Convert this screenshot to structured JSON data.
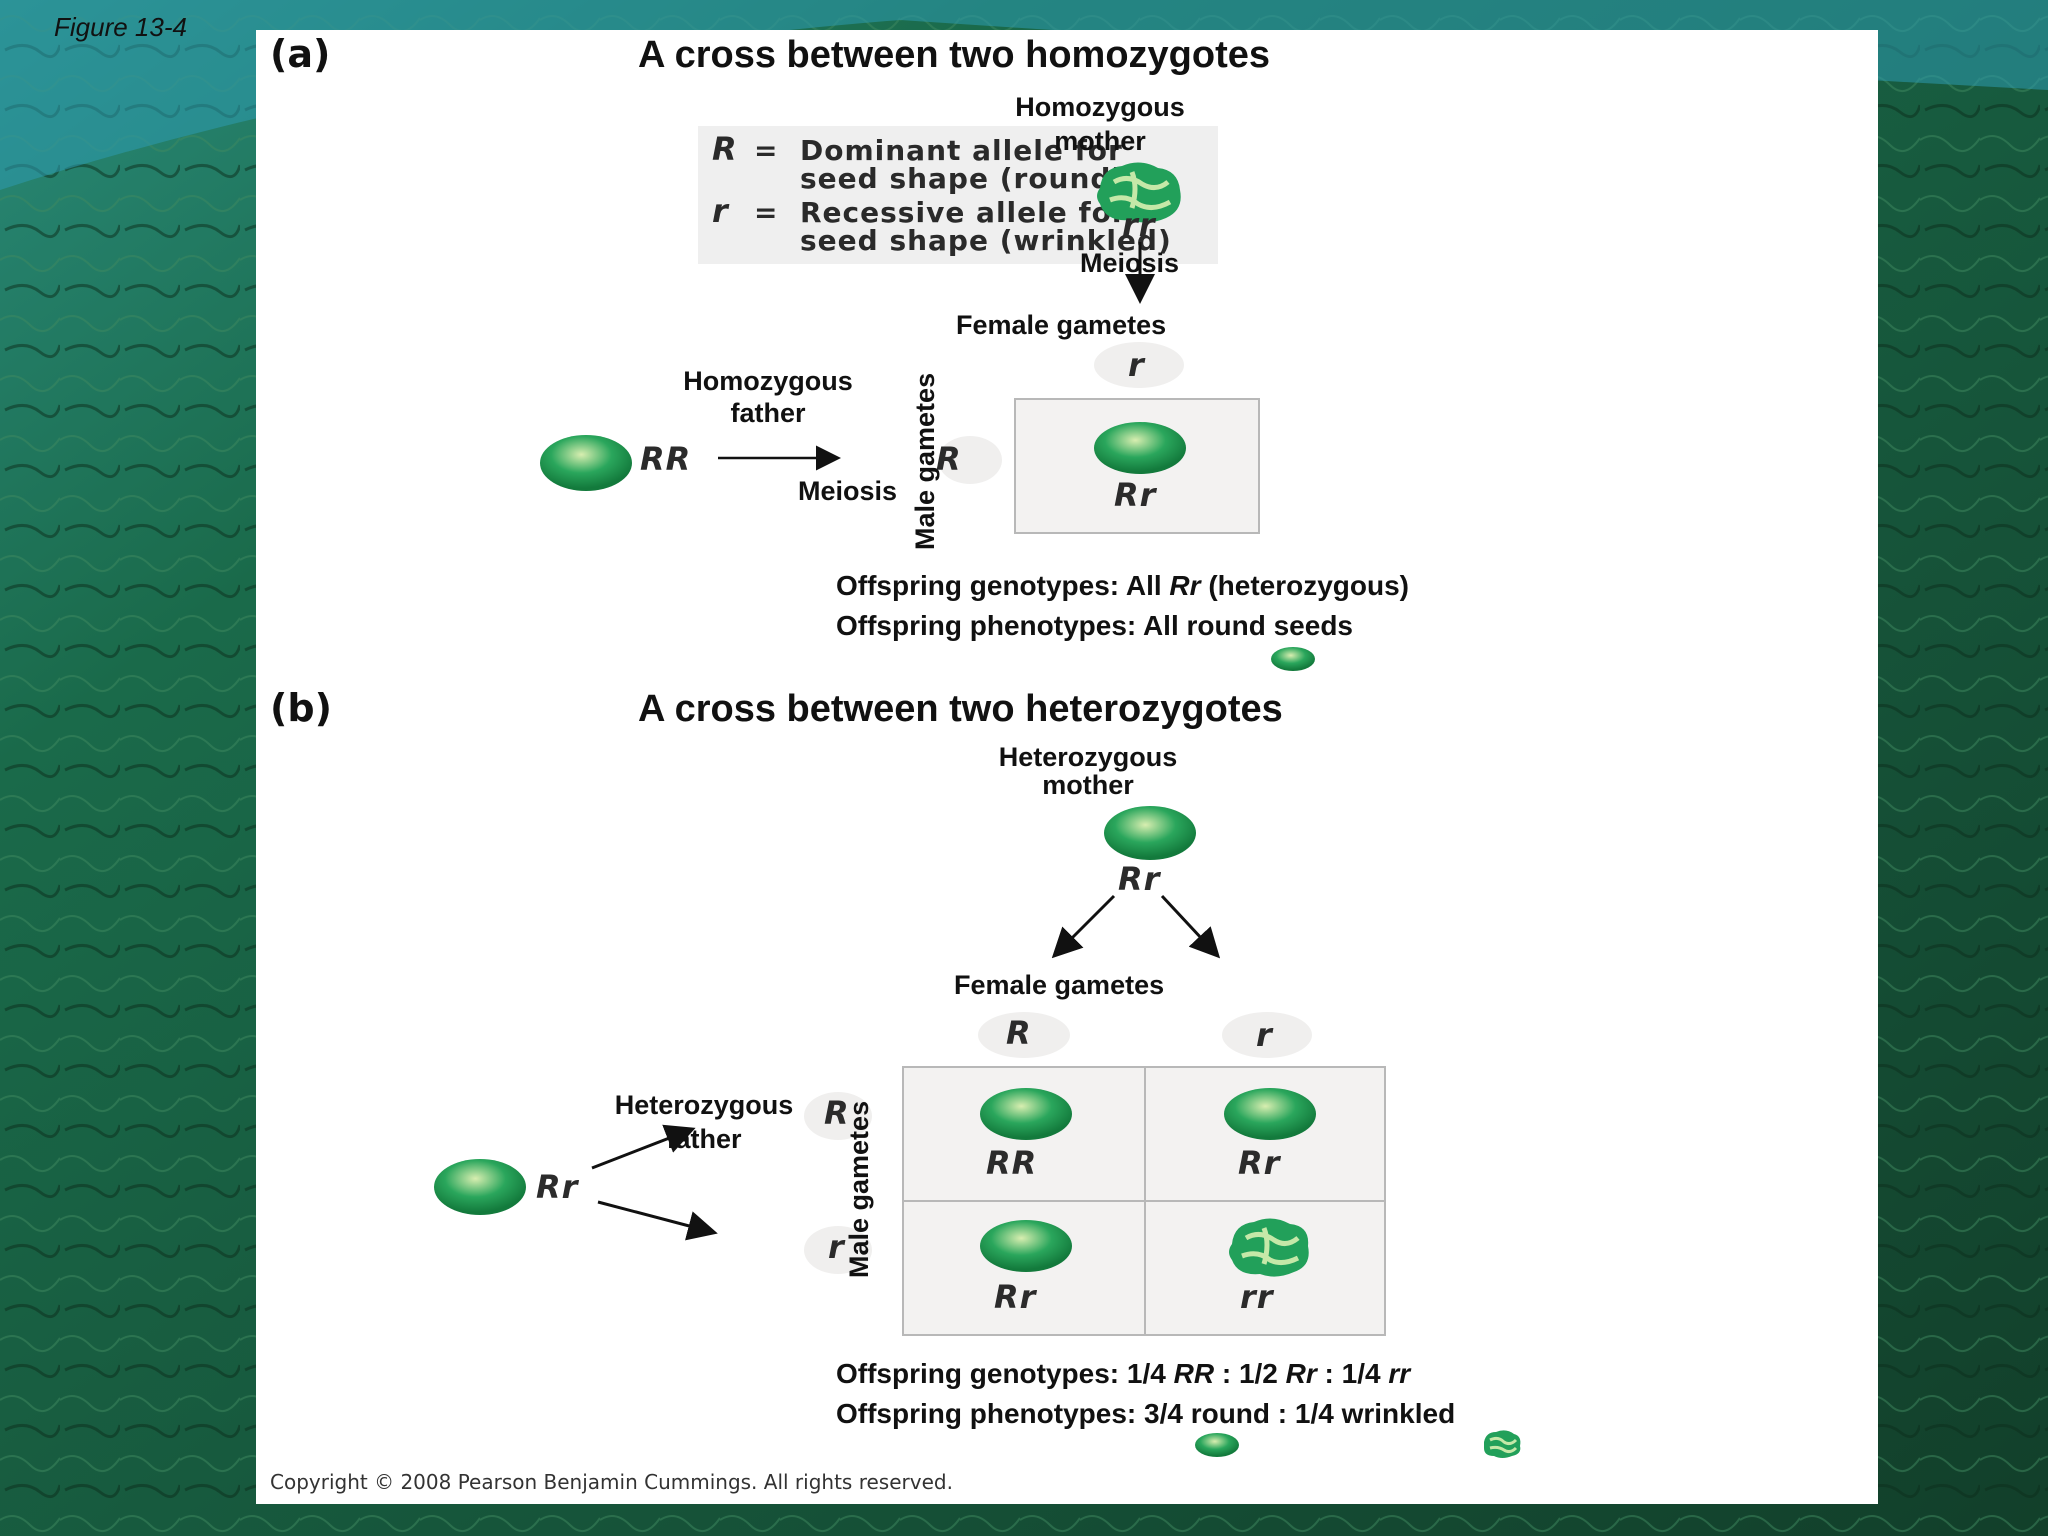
{
  "figure_label": "Figure 13-4",
  "colors": {
    "panel": "#ffffff",
    "pea": "#1f9c55",
    "pea_light": "#c8e6a6",
    "background": "#1d5a3c"
  },
  "legend": {
    "R_symbol": "R",
    "R_text_1": "Dominant allele for",
    "R_text_2": "seed shape (round)",
    "r_symbol": "r",
    "r_text_1": "Recessive allele for",
    "r_text_2": "seed shape (wrinkled)",
    "eq": "="
  },
  "part_a": {
    "tag": "(a)",
    "title": "A cross between two homozygotes",
    "mother_label_1": "Homozygous",
    "mother_label_2": "mother",
    "mother_genotype": "rr",
    "meiosis_mother": "Meiosis",
    "female_gametes": "Female gametes",
    "female_gamete": "r",
    "father_label_1": "Homozygous",
    "father_label_2": "father",
    "father_genotype": "RR",
    "meiosis_father": "Meiosis",
    "male_gametes": "Male gametes",
    "male_gamete": "R",
    "cell_genotype": "Rr",
    "summary_geno_prefix": "Offspring genotypes: All ",
    "summary_geno_italic": "Rr",
    "summary_geno_suffix": " (heterozygous)",
    "summary_pheno": "Offspring phenotypes: All round seeds"
  },
  "part_b": {
    "tag": "(b)",
    "title": "A cross between two heterozygotes",
    "mother_label_1": "Heterozygous",
    "mother_label_2": "mother",
    "mother_genotype": "Rr",
    "female_gametes": "Female gametes",
    "female_gamete_1": "R",
    "female_gamete_2": "r",
    "father_label_1": "Heterozygous",
    "father_label_2": "father",
    "father_genotype": "Rr",
    "male_gametes": "Male gametes",
    "male_gamete_1": "R",
    "male_gamete_2": "r",
    "cells": [
      "RR",
      "Rr",
      "Rr",
      "rr"
    ],
    "summary_geno_1": "Offspring genotypes: 1/4 ",
    "summary_geno_2": "RR",
    "summary_geno_3": " : 1/2 ",
    "summary_geno_4": "Rr",
    "summary_geno_5": " : 1/4 ",
    "summary_geno_6": "rr",
    "summary_pheno": "Offspring phenotypes: 3/4 round : 1/4 wrinkled"
  },
  "copyright": "Copyright © 2008 Pearson Benjamin Cummings. All rights reserved."
}
